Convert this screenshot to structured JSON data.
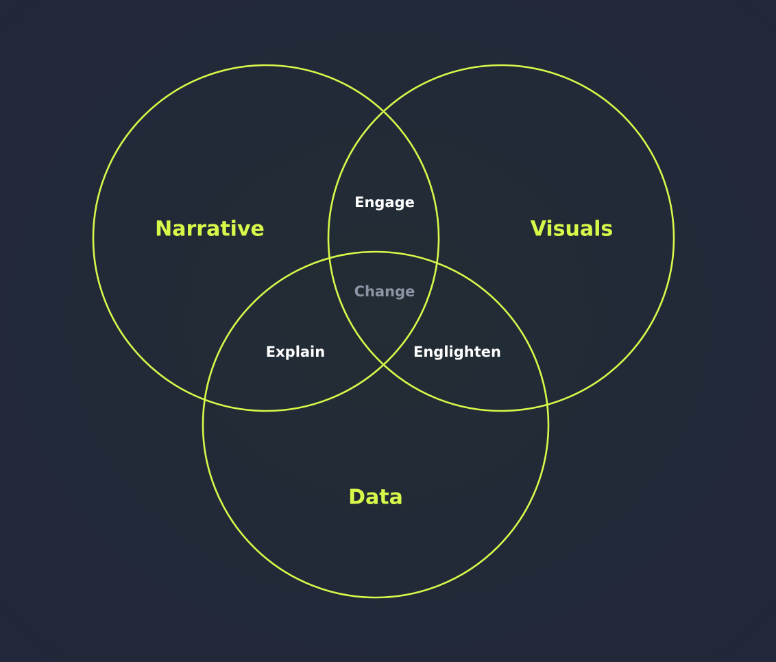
{
  "colors": {
    "circle_stroke": "#d8f84a",
    "set_label": "#d8f84a",
    "overlap_label": "#ffffff",
    "center_label": "#8b95a5"
  },
  "sets": {
    "narrative": "Narrative",
    "visuals": "Visuals",
    "data": "Data"
  },
  "overlaps": {
    "narrative_visuals": "Engage",
    "narrative_data": "Explain",
    "visuals_data": "Englighten",
    "all": "Change"
  }
}
